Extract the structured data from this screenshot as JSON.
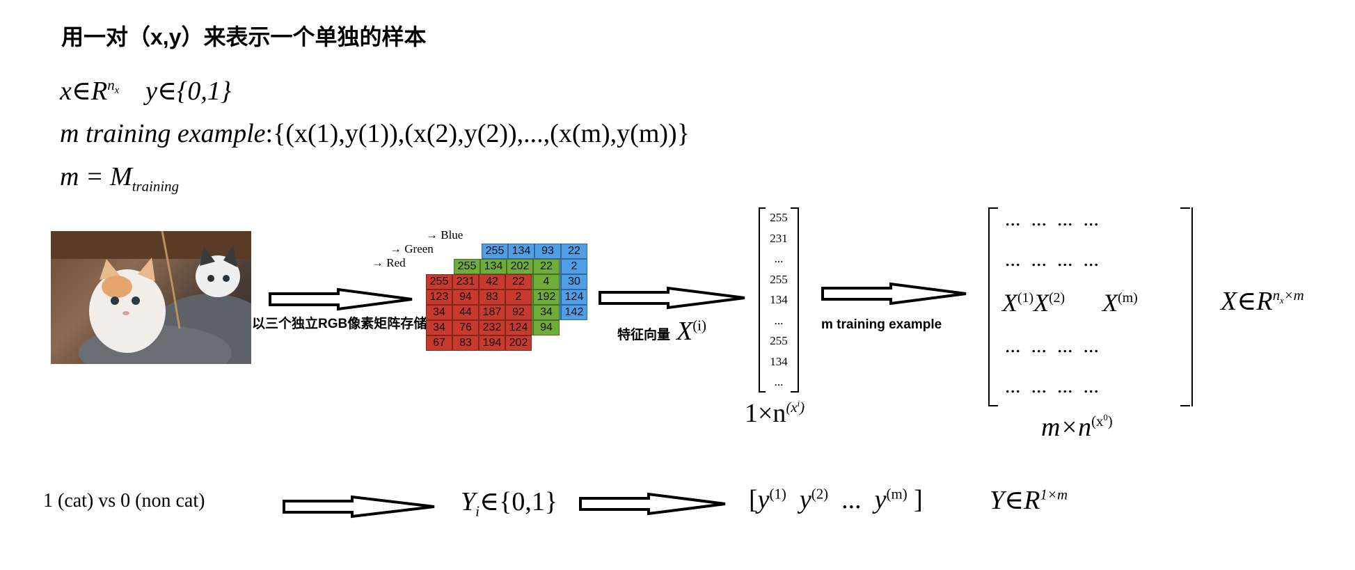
{
  "title": "用一对（x,y）来表示一个单独的样本",
  "line1": {
    "x_part": "x∈R",
    "x_sup": "n",
    "x_sub": "x",
    "y_part": "y∈{0,1}"
  },
  "line2": {
    "label": "m training example",
    "set": ":{(x(1),y(1)),(x(2),y(2)),...,(x(m),y(m))}"
  },
  "line3": {
    "lhs": "m = M",
    "sub": "training"
  },
  "photo": {
    "icon": "kitten-photo"
  },
  "rgb": {
    "blue_label": "Blue",
    "green_label": "Green",
    "red_label": "Red",
    "blue": [
      "255",
      "134",
      "93",
      "22",
      "",
      "",
      "",
      "2",
      "",
      "",
      "",
      "30",
      "",
      "",
      "",
      "124",
      "",
      "",
      "",
      "142"
    ],
    "green": [
      "255",
      "134",
      "202",
      "22",
      "",
      "",
      "",
      "4",
      "",
      "",
      "",
      "192",
      "",
      "",
      "",
      "34",
      "",
      "",
      "",
      "94"
    ],
    "red": [
      "255",
      "231",
      "42",
      "22",
      "123",
      "94",
      "83",
      "2",
      "34",
      "44",
      "187",
      "92",
      "34",
      "76",
      "232",
      "124",
      "67",
      "83",
      "194",
      "202"
    ]
  },
  "caption_rgb": "以三个独立RGB像素矩阵存储",
  "caption_vec": "特征向量",
  "xi": {
    "base": "X",
    "sup": "(i)"
  },
  "vector": {
    "items": [
      "255",
      "231",
      "...",
      "255",
      "134",
      "...",
      "255",
      "134",
      "..."
    ],
    "dim_base": "1×n",
    "dim_sup": "(x",
    "dim_sup2": "i",
    "dim_close": ")"
  },
  "caption_m": "m training example",
  "matrix": {
    "dots": "...",
    "x1": "X",
    "x1_sup": "(1)",
    "x2": "X",
    "x2_sup": "(2)",
    "xm": "X",
    "xm_sup": "(m)",
    "dim_base": "m×n",
    "dim_sup": "(x",
    "dim_sup2": "0",
    "dim_close": ")",
    "space_base": "X∈R",
    "space_sup": "n",
    "space_sub": "x",
    "space_sup_end": "×m"
  },
  "bottom": {
    "cat_text": "1 (cat) vs 0 (non cat)",
    "yi_base": "Y",
    "yi_sub": "i",
    "yi_set": "∈{0,1}",
    "row_y1": "y",
    "row_y1_sup": "(1)",
    "row_y2": "y",
    "row_y2_sup": "(2)",
    "row_dots": "...",
    "row_ym": "y",
    "row_ym_sup": "(m)",
    "space_base": "Y∈R",
    "space_sup": "1×m"
  }
}
